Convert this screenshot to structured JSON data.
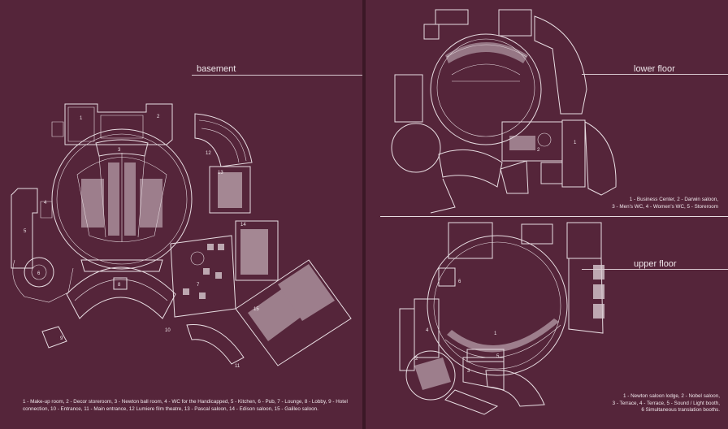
{
  "sections": {
    "basement": "basement",
    "lower_floor": "lower floor",
    "upper_floor": "upper floor"
  },
  "captions": {
    "basement": [
      "1 - Make-up room, 2 - Decor storeroom, 3 - Newton ball room, 4 - WC for the Handicapped, 5 - Kitchen, 6 - Pub, 7  - Lounge, 8 - Lobby, 9 - Hotel",
      "connection, 10 - Entrance, 11 - Main entrance, 12  Lumiere film theatre, 13 - Pascal saloon, 14 - Edison saloon, 15 - Galileo saloon."
    ],
    "lower_floor": [
      "1 - Business Center, 2 - Darwin saloon,",
      "3 - Men's WC, 4 - Women's WC, 5 - Storeroom"
    ],
    "upper_floor": [
      "1 - Newton saloon lodge, 2 - Nobel saloon,",
      "3 - Terrace, 4 - Terrace, 5 - Sound / Light booth,",
      "6 Simultaneous translation booths."
    ]
  },
  "plan_numbers": {
    "basement": [
      "1",
      "2",
      "3",
      "4",
      "5",
      "6",
      "7",
      "8",
      "9",
      "10",
      "11",
      "12",
      "13",
      "14",
      "15"
    ],
    "lower_floor": [
      "1",
      "2"
    ],
    "upper_floor": [
      "1",
      "2",
      "3",
      "4",
      "5",
      "6"
    ]
  }
}
